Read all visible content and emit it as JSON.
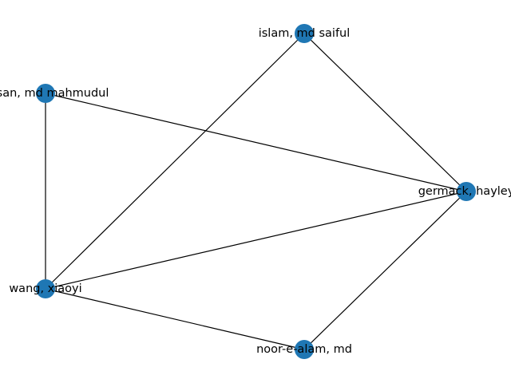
{
  "graph": {
    "node_color": "#1f77b4",
    "edge_color": "#000000",
    "nodes": [
      {
        "id": "islam",
        "label": "islam, md saiful"
      },
      {
        "id": "hasan",
        "label": "hasan, md mahmudul"
      },
      {
        "id": "germack",
        "label": "germack, hayley"
      },
      {
        "id": "wang",
        "label": "wang, xiaoyi"
      },
      {
        "id": "noor",
        "label": "noor-e-alam, md"
      }
    ],
    "edges": [
      {
        "source": "islam",
        "target": "germack"
      },
      {
        "source": "islam",
        "target": "wang"
      },
      {
        "source": "hasan",
        "target": "germack"
      },
      {
        "source": "hasan",
        "target": "wang"
      },
      {
        "source": "wang",
        "target": "germack"
      },
      {
        "source": "wang",
        "target": "noor"
      },
      {
        "source": "noor",
        "target": "germack"
      }
    ]
  }
}
